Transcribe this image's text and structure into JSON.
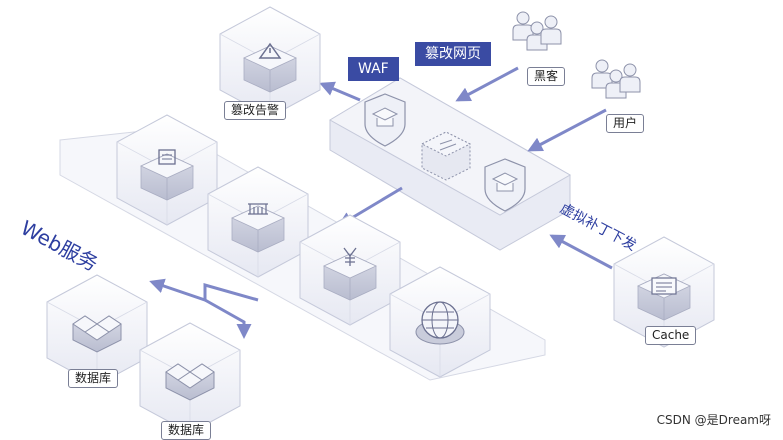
{
  "labels": {
    "tamper_alert": "篡改告警",
    "waf": "WAF",
    "tamper_page": "篡改网页",
    "hacker": "黑客",
    "user": "用户",
    "web_service": "Web服务",
    "virtual_patch": "虚拟补丁下发",
    "cache": "Cache",
    "database_1": "数据库",
    "database_2": "数据库"
  },
  "watermark": "CSDN @是Dream呀",
  "colors": {
    "accent": "#3a4ba3",
    "arrow": "#7f88c8",
    "box_fill": "#eef0f7",
    "box_stroke": "#c5c9da",
    "node_top": "#f4f5fa",
    "node_side": "#c9ccdb"
  },
  "icons": {
    "alert_node": "warning-triangle-icon",
    "waf_left": "shield-icon",
    "waf_center": "shredded-page-icon",
    "waf_right": "shield-icon",
    "web_1": "server-icon",
    "web_2": "building-icon",
    "web_3": "yen-icon",
    "web_4": "globe-icon",
    "cache": "document-icon",
    "db": "database-cluster-icon",
    "person": "person-group-icon"
  }
}
